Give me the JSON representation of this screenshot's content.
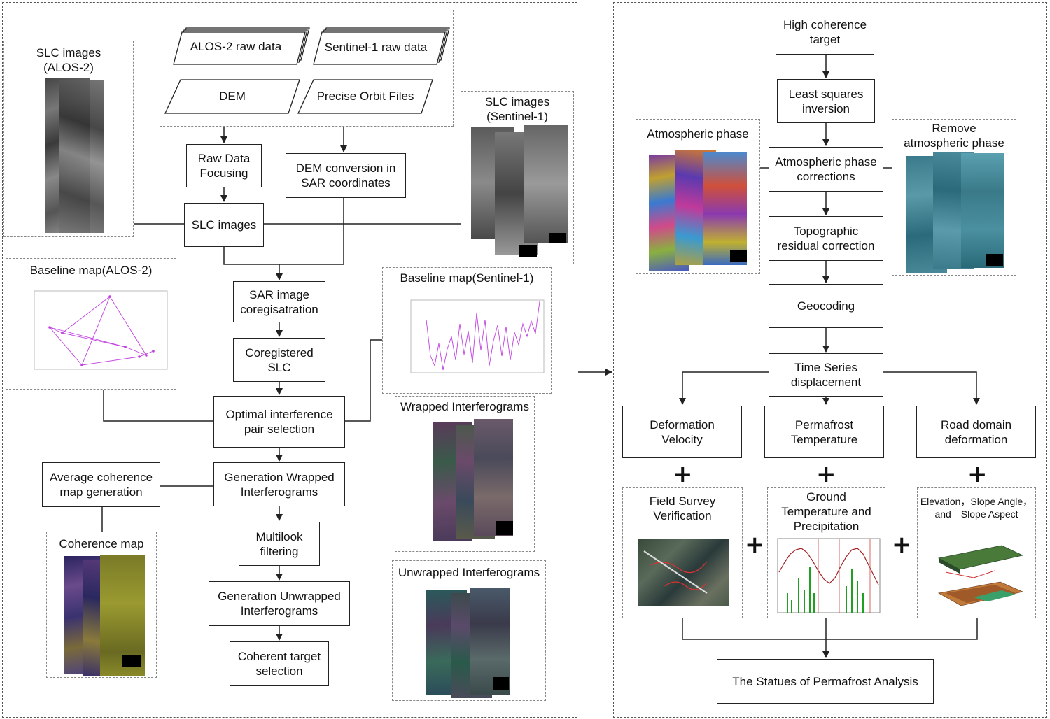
{
  "left": {
    "raw_inputs": {
      "alos2_raw": "ALOS-2 raw data",
      "sentinel1_raw": "Sentinel-1 raw data",
      "dem": "DEM",
      "orbit": "Precise Orbit Files"
    },
    "slc_alos2": "SLC images\n(ALOS-2)",
    "slc_sentinel1": "SLC images\n(Sentinel-1)",
    "raw_focus": "Raw Data\nFocusing",
    "dem_conv": "DEM conversion in\nSAR coordinates",
    "slc_images": "SLC images",
    "baseline_alos2": "Baseline map(ALOS-2)",
    "baseline_sentinel1": "Baseline map(Sentinel-1)",
    "sar_coreg": "SAR image\ncoregisatration",
    "coreg_slc": "Coregistered\nSLC",
    "optimal_pair": "Optimal interference\npair selection",
    "gen_wrapped": "Generation Wrapped\nInterferograms",
    "avg_coh": "Average coherence\nmap generation",
    "multilook": "Multilook\nfiltering",
    "gen_unwrapped": "Generation Unwrapped\nInterferograms",
    "coh_target": "Coherent target\nselection",
    "coherence_map": "Coherence map",
    "wrapped_title": "Wrapped Interferograms",
    "unwrapped_title": "Unwrapped Interferograms"
  },
  "right": {
    "high_coh": "High coherence\ntarget",
    "least_sq": "Least squares\ninversion",
    "atm_corr": "Atmospheric phase\ncorrections",
    "atm_phase": "Atmospheric phase",
    "remove_atm": "Remove\natmospheric phase",
    "topo": "Topographic\nresidual correction",
    "geocoding": "Geocoding",
    "time_series": "Time Series\ndisplacement",
    "def_vel": "Deformation\nVelocity",
    "perm_temp": "Permafrost\nTemperature",
    "road_def": "Road domain\ndeformation",
    "field_survey": "Field Survey\nVerification",
    "ground_temp": "Ground\nTemperature and\nPrecipitation",
    "elevation": "Elevation，Slope Angle，\nand　Slope Aspect",
    "statues": "The Statues of Permafrost Analysis",
    "plus": "+"
  },
  "colors": {
    "line": "#222222",
    "dashed": "#555555",
    "plot_series": "#c040e0",
    "temp_line": "#a02020",
    "precip_bars": "#20a020"
  }
}
